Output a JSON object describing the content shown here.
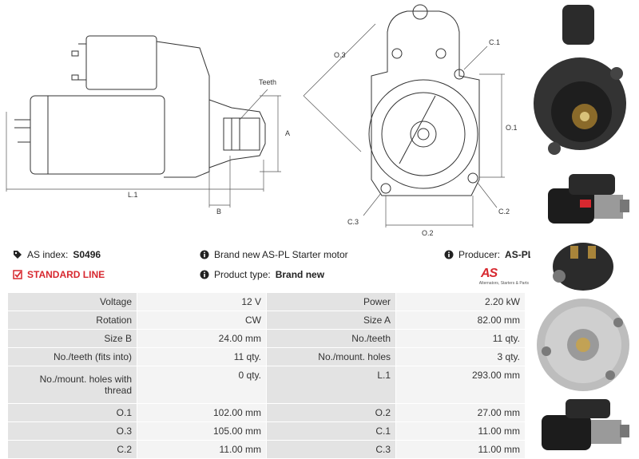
{
  "drawing": {
    "dim_teeth": "Teeth",
    "dim_a": "A",
    "dim_b": "B",
    "dim_l1": "L.1",
    "dim_o3": "O.3",
    "dim_c1_top": "C.1",
    "dim_o1": "O.1",
    "dim_c2": "C.2",
    "dim_c3": "C.3",
    "dim_o2": "O.2"
  },
  "info": {
    "as_index_label": "AS index:",
    "as_index_value": "S0496",
    "standard_line": "STANDARD LINE",
    "brand_new_text": "Brand new AS-PL Starter motor",
    "product_type_label": "Product type:",
    "product_type_value": "Brand new",
    "producer_label": "Producer:",
    "producer_value": "AS-PL",
    "logo_mark": "AS",
    "logo_tagline": "Alternators, Starters & Parts"
  },
  "specs": [
    {
      "l1": "Voltage",
      "v1": "12 V",
      "l2": "Power",
      "v2": "2.20 kW"
    },
    {
      "l1": "Rotation",
      "v1": "CW",
      "l2": "Size A",
      "v2": "82.00 mm"
    },
    {
      "l1": "Size B",
      "v1": "24.00 mm",
      "l2": "No./teeth",
      "v2": "11 qty."
    },
    {
      "l1": "No./teeth (fits into)",
      "v1": "11 qty.",
      "l2": "No./mount. holes",
      "v2": "3 qty."
    },
    {
      "l1": "No./mount. holes with thread",
      "v1": "0 qty.",
      "l2": "L.1",
      "v2": "293.00 mm"
    },
    {
      "l1": "O.1",
      "v1": "102.00 mm",
      "l2": "O.2",
      "v2": "27.00 mm"
    },
    {
      "l1": "O.3",
      "v1": "105.00 mm",
      "l2": "C.1",
      "v2": "11.00 mm"
    },
    {
      "l1": "C.2",
      "v1": "11.00 mm",
      "l2": "C.3",
      "v2": "11.00 mm"
    }
  ],
  "colors": {
    "accent": "#d7282f",
    "label_bg": "#e3e3e3",
    "value_bg": "#f4f4f4"
  }
}
